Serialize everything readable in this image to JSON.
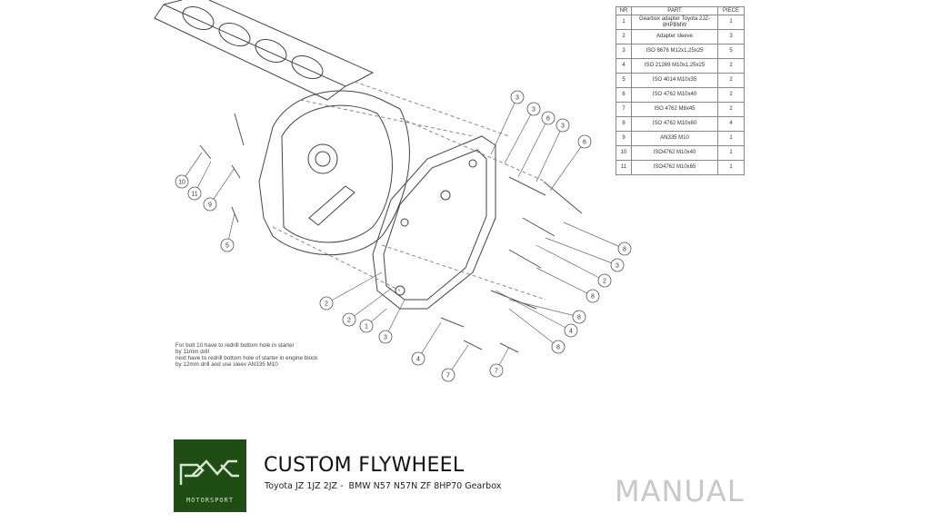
{
  "parts_table": {
    "headers": [
      "NR",
      "PART",
      "PIECE"
    ],
    "rows": [
      [
        "1",
        "Gearbox adapter Toyota 2JZ-8HPBMW",
        "1"
      ],
      [
        "2",
        "Adapter sleeve",
        "3"
      ],
      [
        "3",
        "ISO 8676 M12x1,25x25",
        "5"
      ],
      [
        "4",
        "ISO 21269 M10x1,25x25",
        "2"
      ],
      [
        "5",
        "ISO 4014 M10x35",
        "2"
      ],
      [
        "6",
        "ISO 4762 M10x40",
        "2"
      ],
      [
        "7",
        "ISO 4762 M8x45",
        "2"
      ],
      [
        "8",
        "ISO 4762 M10x60",
        "4"
      ],
      [
        "9",
        "AN335 M10",
        "1"
      ],
      [
        "10",
        "ISO4762 M10x40",
        "1"
      ],
      [
        "11",
        "ISO4762 M10x65",
        "1"
      ]
    ]
  },
  "callouts": [
    "3",
    "3",
    "6",
    "3",
    "6",
    "10",
    "11",
    "9",
    "5",
    "8",
    "3",
    "2",
    "8",
    "2",
    "2",
    "1",
    "8",
    "3",
    "4",
    "8",
    "4",
    "7",
    "7"
  ],
  "note": "For bolt 10 have to redrill bottom hole in starter\nby 11mm drill\nnext have to redrill bottom hole of starter in engine block\nby 12mm drill and use sleev AN335 M10",
  "logo": {
    "brand_text": "MOTORSPORT",
    "mark": "PMC",
    "color": "#1f4d14"
  },
  "title": "CUSTOM FLYWHEEL",
  "subtitle": "Toyota JZ 1JZ 2JZ -  BMW N57 N57N ZF 8HP70 Gearbox",
  "manual_label": "MANUAL"
}
